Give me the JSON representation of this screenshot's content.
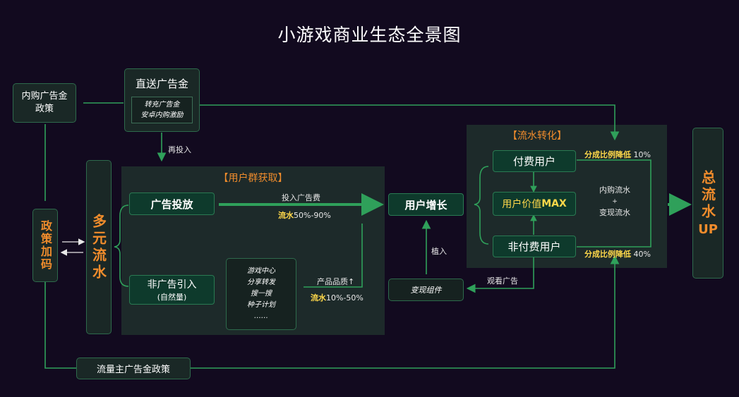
{
  "title": "小游戏商业生态全景图",
  "iap_policy": "内购广告金\n政策",
  "direct_ad": {
    "title": "直送广告金",
    "line1": "转充广告金",
    "line2": "安卓内购激励"
  },
  "reinvest": "再投入",
  "user_acq": {
    "title": "【用户群获取】",
    "ad_placement": "广告投放",
    "non_ad_title": "非广告引入",
    "non_ad_sub": "(自然量)",
    "channels": [
      "游戏中心",
      "分享转发",
      "搜一搜",
      "种子计划",
      "……"
    ]
  },
  "diverse_flow": "多元流水",
  "policy_boost": "政策加码",
  "ad_spend_label": "投入广告费",
  "flow_ad": {
    "label": "流水",
    "value": "50%-90%"
  },
  "quality_label": "产品品质↑",
  "flow_quality": {
    "label": "流水",
    "value": "10%-50%"
  },
  "user_growth": "用户增长",
  "embed_label": "植入",
  "monetize_comp": "变现组件",
  "watch_ad_label": "观看广告",
  "conversion": {
    "title": "【流水转化】",
    "paid_users": "付费用户",
    "value_prefix": "用户价值",
    "value_max": "MAX",
    "nonpaid_users": "非付费用户",
    "rate_paid": {
      "label": "分成比例降低",
      "value": "10%"
    },
    "rate_nonpaid": {
      "label": "分成比例降低",
      "value": "40%"
    },
    "revenue_iap": "内购流水",
    "revenue_plus": "+",
    "revenue_mon": "变现流水"
  },
  "total": {
    "text": "总流水",
    "up": "UP"
  },
  "traffic_policy": "流量主广告金政策",
  "colors": {
    "background": "#120a1f",
    "accent_orange": "#f08c2c",
    "accent_yellow": "#ffd84a",
    "arrow_green": "#2fa05a"
  }
}
